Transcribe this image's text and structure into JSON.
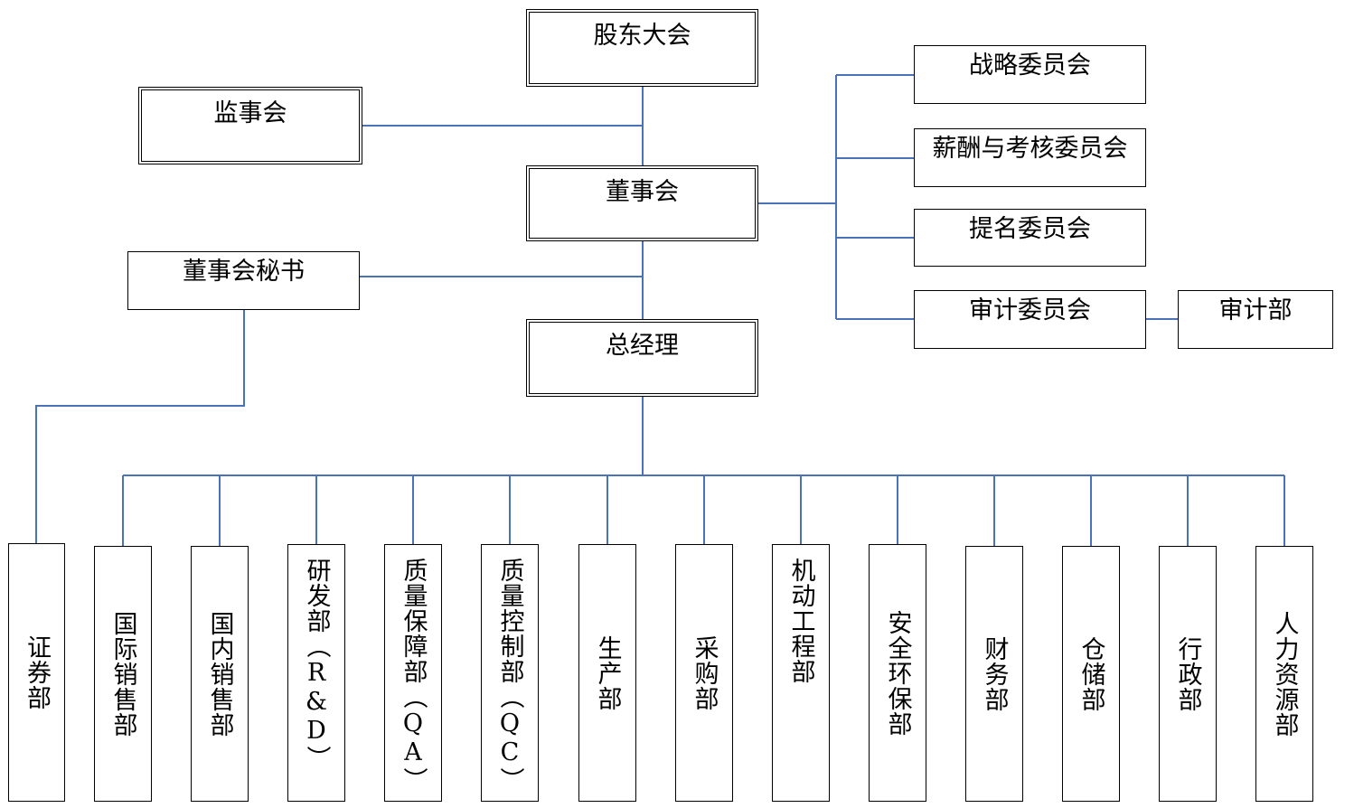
{
  "top": {
    "shareholders": "股东大会",
    "supervisory": "监事会",
    "board": "董事会",
    "board_secretary": "董事会秘书",
    "general_manager": "总经理"
  },
  "committees": {
    "strategy": "战略委员会",
    "remuneration": "薪酬与考核委员会",
    "nomination": "提名委员会",
    "audit": "审计委员会",
    "audit_dept": "审计部"
  },
  "departments": [
    "证券部",
    "国际销售部",
    "国内销售部",
    "研发部（R&D）",
    "质量保障部（QA）",
    "质量控制部（QC）",
    "生产部",
    "采购部",
    "机动工程部",
    "安全环保部",
    "财务部",
    "仓储部",
    "行政部",
    "人力资源部"
  ]
}
